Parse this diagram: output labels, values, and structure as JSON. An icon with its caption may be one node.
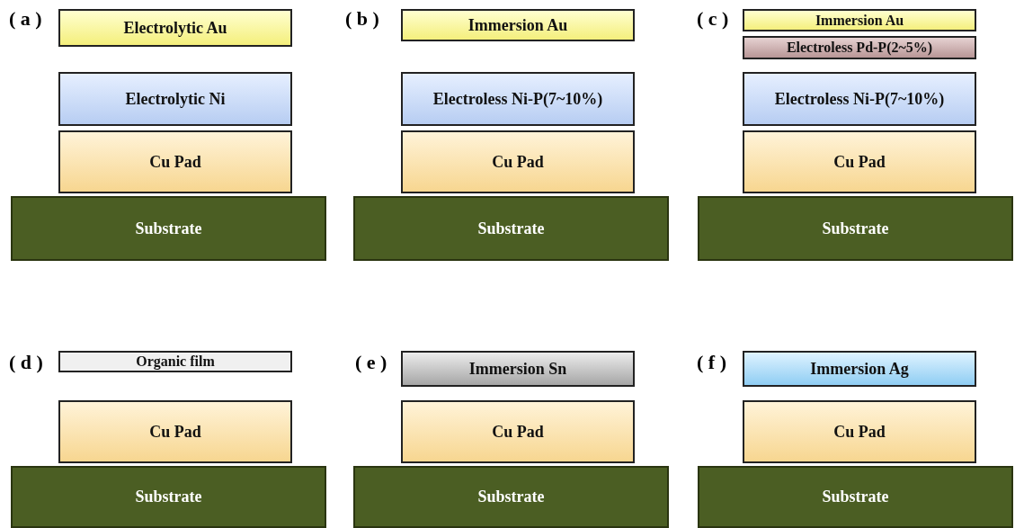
{
  "diagram": {
    "nodes": [
      {
        "text": [
          "Electrolytic Au"
        ]
      },
      {
        "text": [
          "Electrolytic Ni"
        ]
      },
      {
        "text": [
          "Cu Pad"
        ]
      },
      {
        "text": [
          "Substrate"
        ]
      },
      {
        "text": [
          "Immersion Au"
        ]
      },
      {
        "text": [
          "Electroless Ni-P(7~10%)"
        ]
      },
      {
        "text": [
          "Cu Pad"
        ]
      },
      {
        "text": [
          "Substrate"
        ]
      },
      {
        "text": [
          "Immersion Au"
        ]
      },
      {
        "text": [
          "Electroless Pd-P(2~5%)"
        ]
      },
      {
        "text": [
          "Electroless Ni-P(7~10%)"
        ]
      },
      {
        "text": [
          "Cu Pad"
        ]
      },
      {
        "text": [
          "Substrate"
        ]
      },
      {
        "text": [
          "Organic film"
        ]
      },
      {
        "text": [
          "Cu Pad"
        ]
      },
      {
        "text": [
          "Substrate"
        ]
      },
      {
        "text": [
          "Immersion Sn"
        ]
      },
      {
        "text": [
          "Cu Pad"
        ]
      },
      {
        "text": [
          "Substrate"
        ]
      },
      {
        "text": [
          "Immersion Ag"
        ]
      },
      {
        "text": [
          "Cu Pad"
        ]
      },
      {
        "text": [
          "Substrate"
        ]
      }
    ],
    "labels": [
      "( a )",
      "( b )",
      "( c )",
      "( d )",
      "( e )",
      "( f )"
    ]
  }
}
